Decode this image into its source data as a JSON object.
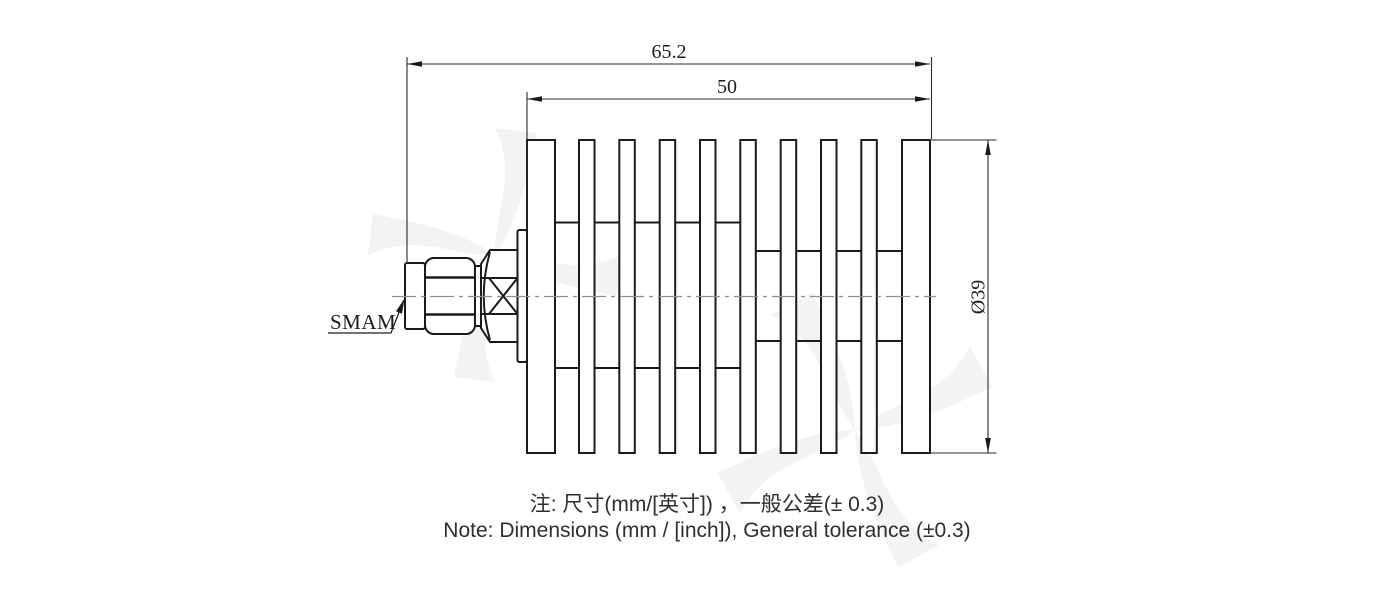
{
  "drawing_type": "technical-dimension-drawing",
  "part": {
    "connector_label": "SMAM"
  },
  "dimensions": {
    "overall_length": "65.2",
    "body_length": "50",
    "diameter": "Ø39"
  },
  "notes": {
    "line_zh": "注: 尺寸(mm/[英寸]) ，一般公差(± 0.3)",
    "line_en": "Note: Dimensions (mm / [inch]), General tolerance (±0.3)"
  },
  "colors": {
    "outline": "#1a1a1a",
    "dimension_line": "#2b2b2b",
    "centerline": "#8f8f8f",
    "note_text": "#2e2e2e",
    "watermark": "#f3f3f3",
    "background": "#ffffff"
  }
}
